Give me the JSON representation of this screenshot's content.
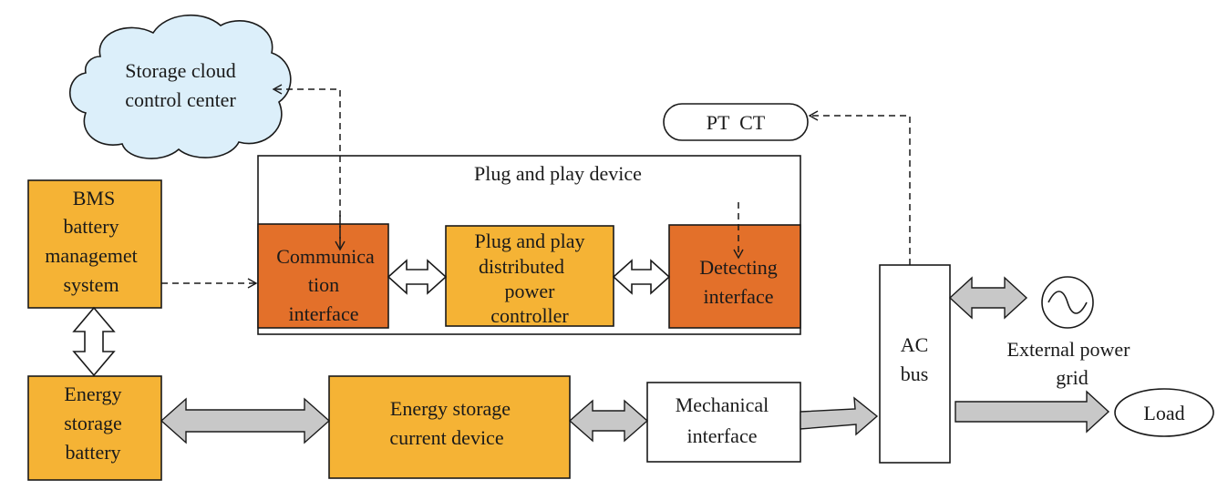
{
  "colors": {
    "orange_box": "#F5B335",
    "dark_orange_box": "#E3702A",
    "cloud_fill": "#DCEFFA",
    "arrow_gray": "#C8C8C8",
    "stroke": "#1a1a1a"
  },
  "nodes": {
    "cloud": {
      "lines": [
        "Storage cloud",
        "control center"
      ]
    },
    "pt_ct": {
      "label": "PT  CT"
    },
    "plug_play_device": {
      "title": "Plug and play device"
    },
    "bms": {
      "lines": [
        "BMS",
        "battery",
        "managemet",
        "system"
      ]
    },
    "communication": {
      "lines": [
        "Communica",
        "tion",
        "interface"
      ]
    },
    "controller": {
      "lines": [
        "Plug and play",
        "distributed",
        "power",
        "controller"
      ]
    },
    "detecting": {
      "lines": [
        "Detecting",
        "interface"
      ]
    },
    "battery": {
      "lines": [
        "Energy",
        "storage",
        "battery"
      ]
    },
    "current_device": {
      "lines": [
        "Energy storage",
        "current device"
      ]
    },
    "mechanical": {
      "lines": [
        "Mechanical",
        "interface"
      ]
    },
    "ac_bus": {
      "lines": [
        "AC",
        "bus"
      ]
    },
    "external_grid": {
      "lines": [
        "External power",
        "grid"
      ],
      "icon": "ac-source-icon"
    },
    "load": {
      "label": "Load"
    }
  }
}
